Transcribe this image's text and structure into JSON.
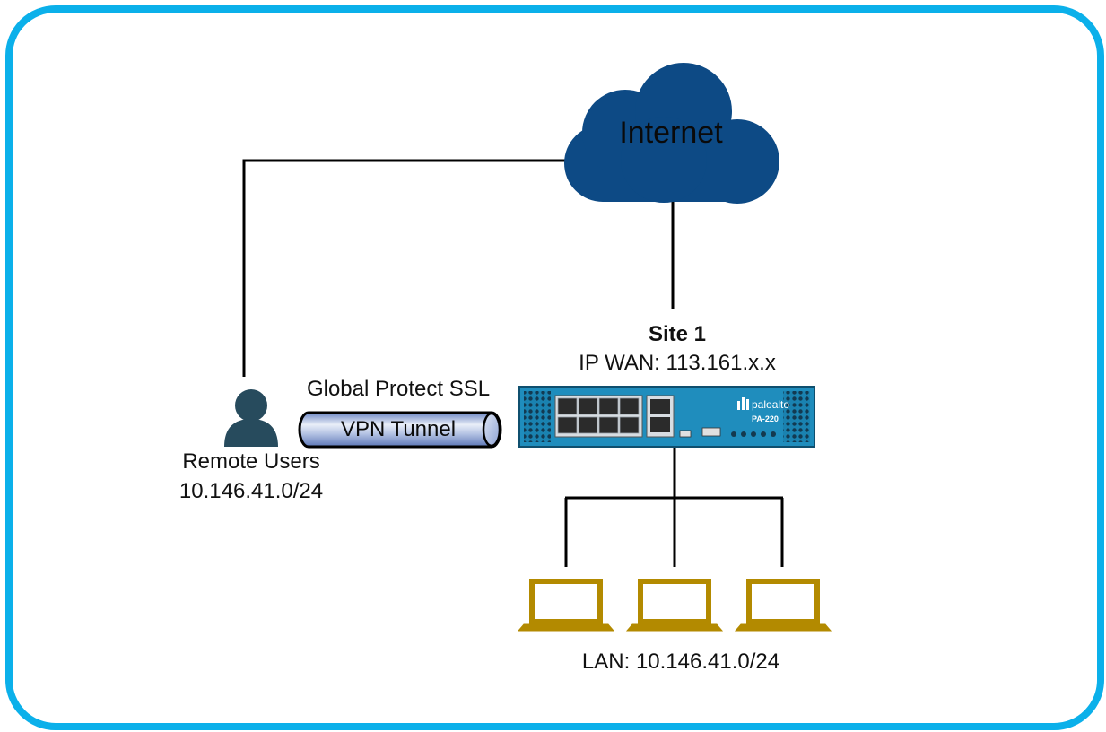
{
  "internet": {
    "label": "Internet",
    "icon": "cloud-icon",
    "color": "#0d4a85"
  },
  "site": {
    "title": "Site 1",
    "ip_wan": "IP WAN: 113.161.x.x",
    "firewall_icon": "paloalto-firewall-icon",
    "device_brand": "paloalto",
    "device_model": "PA-220"
  },
  "tunnel": {
    "caption": "Global Protect SSL",
    "label": "VPN Tunnel"
  },
  "remote": {
    "name": "Remote Users",
    "subnet": "10.146.41.0/24",
    "icon": "user-icon"
  },
  "lan": {
    "label": "LAN: 10.146.41.0/24",
    "laptop_icon": "laptop-icon",
    "laptop_color": "#b38a00"
  },
  "colors": {
    "frame": "#0bb0ea",
    "device_body": "#1f8dbd",
    "lines": "#000000"
  }
}
